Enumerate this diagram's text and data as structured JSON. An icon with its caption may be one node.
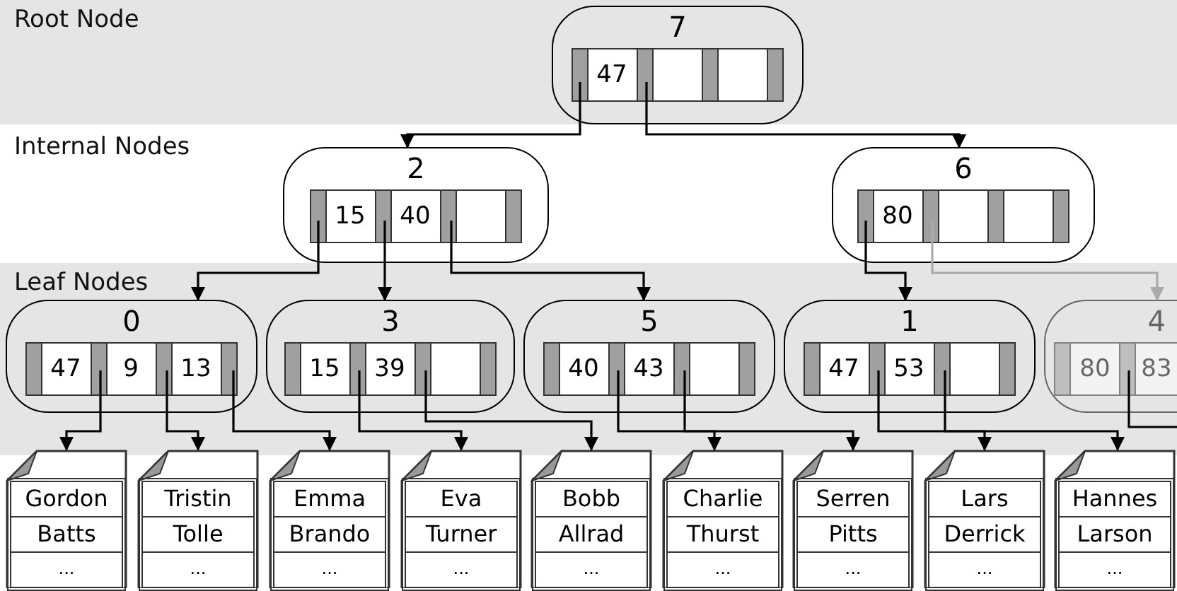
{
  "diagram": {
    "nodes": [
      {
        "text": [
          "7",
          "47"
        ]
      },
      {
        "text": [
          "2",
          "15",
          "40"
        ]
      },
      {
        "text": [
          "6",
          "80"
        ]
      },
      {
        "text": [
          "0",
          "47",
          "9",
          "13"
        ]
      },
      {
        "text": [
          "3",
          "15",
          "39"
        ]
      },
      {
        "text": [
          "5",
          "40",
          "43"
        ]
      },
      {
        "text": [
          "1",
          "47",
          "53"
        ]
      },
      {
        "text": [
          "4",
          "80",
          "83"
        ]
      },
      {
        "text": [
          "Gordon",
          "Batts",
          "..."
        ]
      },
      {
        "text": [
          "Tristin",
          "Tolle",
          "..."
        ]
      },
      {
        "text": [
          "Emma",
          "Brando",
          "..."
        ]
      },
      {
        "text": [
          "Eva",
          "Turner",
          "..."
        ]
      },
      {
        "text": [
          "Bobb",
          "Allrad",
          "..."
        ]
      },
      {
        "text": [
          "Charlie",
          "Thurst",
          "..."
        ]
      },
      {
        "text": [
          "Serren",
          "Pitts",
          "..."
        ]
      },
      {
        "text": [
          "Lars",
          "Derrick",
          "..."
        ]
      },
      {
        "text": [
          "Hannes",
          "Larson",
          "..."
        ]
      }
    ],
    "edges": [
      {
        "from": 0,
        "to": 1,
        "arrow": "to"
      },
      {
        "from": 0,
        "to": 2,
        "arrow": "to"
      },
      {
        "from": 1,
        "to": 3,
        "arrow": "to"
      },
      {
        "from": 1,
        "to": 4,
        "arrow": "to"
      },
      {
        "from": 1,
        "to": 5,
        "arrow": "to"
      },
      {
        "from": 2,
        "to": 6,
        "arrow": "to"
      },
      {
        "from": 2,
        "to": 7,
        "arrow": "to",
        "color": "#aaaaaa"
      },
      {
        "from": 3,
        "to": 8,
        "arrow": "to"
      },
      {
        "from": 3,
        "to": 9,
        "arrow": "to"
      },
      {
        "from": 3,
        "to": 10,
        "arrow": "to"
      },
      {
        "from": 4,
        "to": 11,
        "arrow": "to"
      },
      {
        "from": 4,
        "to": 12,
        "arrow": "to"
      },
      {
        "from": 5,
        "to": 13,
        "arrow": "to"
      },
      {
        "from": 5,
        "to": 14,
        "arrow": "to"
      },
      {
        "from": 6,
        "to": 15,
        "arrow": "to"
      },
      {
        "from": 6,
        "to": 16,
        "arrow": "to"
      },
      {
        "from": 7,
        "to": null,
        "arrow": "none"
      }
    ],
    "labels": [
      "Root Node",
      "Internal Nodes",
      "Leaf Nodes"
    ]
  }
}
